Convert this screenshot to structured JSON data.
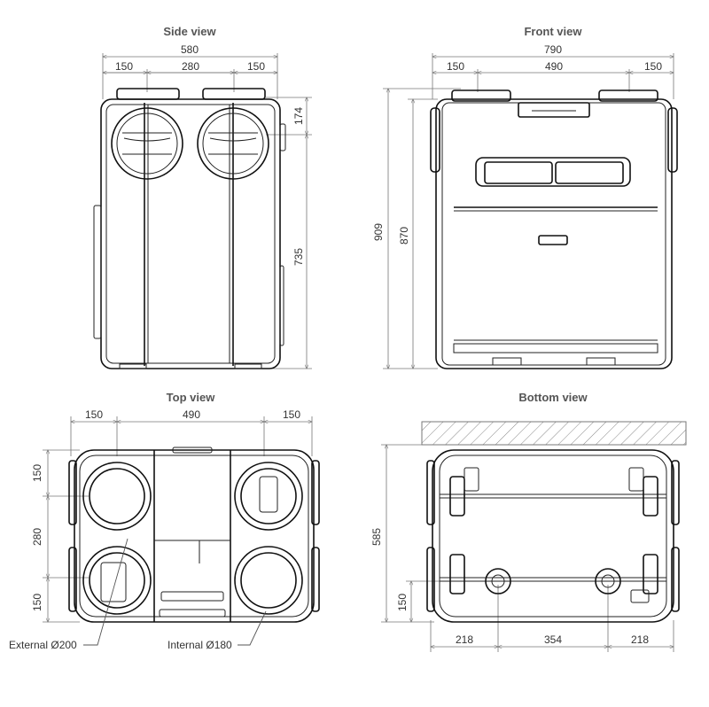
{
  "views": {
    "side": {
      "title": "Side view",
      "dims": {
        "total_width": "580",
        "left": "150",
        "middle": "280",
        "right": "150",
        "top_right": "174",
        "height_right": "735"
      }
    },
    "front": {
      "title": "Front view",
      "dims": {
        "total_width": "790",
        "left": "150",
        "middle": "490",
        "right": "150",
        "overall_height": "909",
        "body_height": "870"
      }
    },
    "top": {
      "title": "Top view",
      "dims": {
        "left": "150",
        "middle": "490",
        "right": "150",
        "v_top": "150",
        "v_mid": "280",
        "v_bot": "150"
      },
      "labels": {
        "external": "External Ø200",
        "internal": "Internal Ø180"
      }
    },
    "bottom": {
      "title": "Bottom view",
      "dims": {
        "depth": "585",
        "offset": "150",
        "left": "218",
        "middle": "354",
        "right": "218"
      }
    }
  },
  "colors": {
    "outline": "#111111",
    "dimension": "#777777",
    "title": "#555555",
    "text": "#333333"
  }
}
